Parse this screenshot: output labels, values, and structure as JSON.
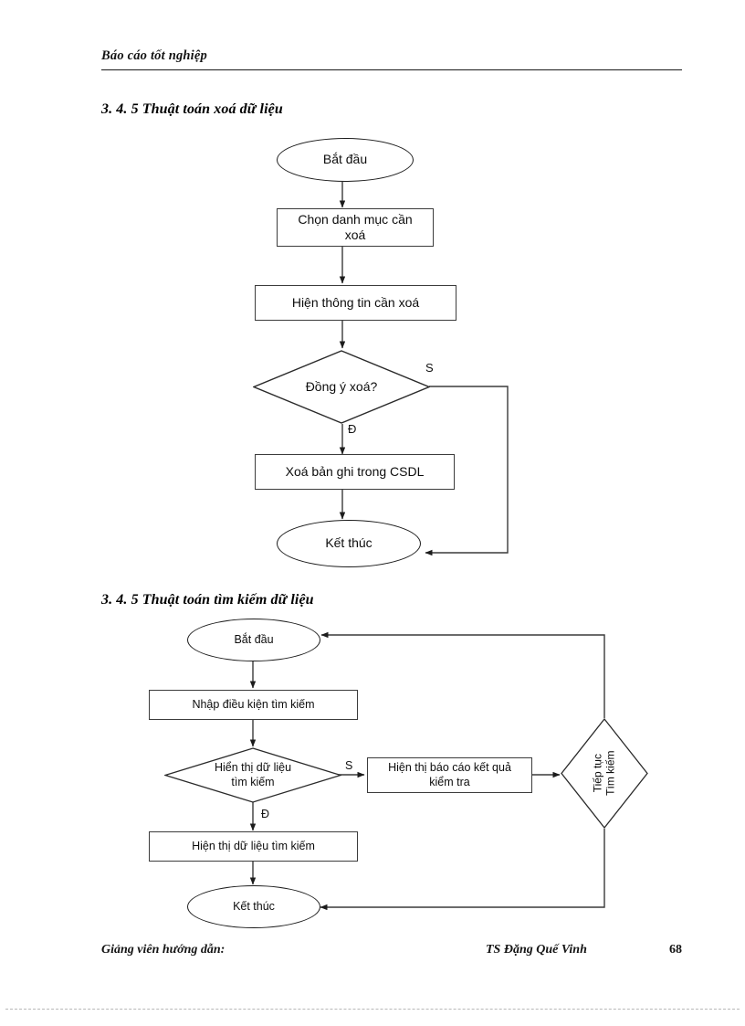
{
  "page": {
    "header": "Báo cáo tốt nghiệp",
    "footer_left": "Giảng viên hướng dẫn:",
    "footer_right": "TS Đặng Quế Vinh",
    "page_number": "68"
  },
  "sections": [
    {
      "heading": "3. 4. 5 Thuật toán xoá dữ liệu",
      "chart_data": {
        "type": "flowchart",
        "title": "Thuật toán xoá dữ liệu",
        "nodes": [
          {
            "id": "start",
            "shape": "terminator",
            "label": "Bắt đầu"
          },
          {
            "id": "select",
            "shape": "process",
            "label": "Chọn danh mục cần xoá"
          },
          {
            "id": "show",
            "shape": "process",
            "label": "Hiện thông tin cần xoá"
          },
          {
            "id": "confirm",
            "shape": "decision",
            "label": "Đồng ý xoá?"
          },
          {
            "id": "delete",
            "shape": "process",
            "label": "Xoá bản ghi trong CSDL"
          },
          {
            "id": "end",
            "shape": "terminator",
            "label": "Kết thúc"
          }
        ],
        "edges": [
          {
            "from": "start",
            "to": "select",
            "label": ""
          },
          {
            "from": "select",
            "to": "show",
            "label": ""
          },
          {
            "from": "show",
            "to": "confirm",
            "label": ""
          },
          {
            "from": "confirm",
            "to": "delete",
            "label": "Đ"
          },
          {
            "from": "confirm",
            "to": "end",
            "label": "S"
          },
          {
            "from": "delete",
            "to": "end",
            "label": ""
          }
        ]
      }
    },
    {
      "heading": "3. 4. 5 Thuật toán tìm kiếm dữ liệu",
      "chart_data": {
        "type": "flowchart",
        "title": "Thuật toán tìm kiếm dữ liệu",
        "nodes": [
          {
            "id": "start2",
            "shape": "terminator",
            "label": "Bắt đầu"
          },
          {
            "id": "input2",
            "shape": "process",
            "label": "Nhập điều kiện tìm kiếm"
          },
          {
            "id": "check2",
            "shape": "decision",
            "label": "Hiển thị dữ liệu tìm kiếm"
          },
          {
            "id": "report2",
            "shape": "process",
            "label": "Hiện thị báo cáo kết quả kiểm tra"
          },
          {
            "id": "again2",
            "shape": "decision",
            "label": "Tiếp tục Tìm kiếm"
          },
          {
            "id": "display2",
            "shape": "process",
            "label": "Hiện thị dữ liệu tìm kiếm"
          },
          {
            "id": "end2",
            "shape": "terminator",
            "label": "Kết thúc"
          }
        ],
        "edges": [
          {
            "from": "start2",
            "to": "input2",
            "label": ""
          },
          {
            "from": "input2",
            "to": "check2",
            "label": ""
          },
          {
            "from": "check2",
            "to": "report2",
            "label": "S"
          },
          {
            "from": "check2",
            "to": "display2",
            "label": "Đ"
          },
          {
            "from": "report2",
            "to": "again2",
            "label": ""
          },
          {
            "from": "again2",
            "to": "start2",
            "label": ""
          },
          {
            "from": "again2",
            "to": "end2",
            "label": ""
          },
          {
            "from": "display2",
            "to": "end2",
            "label": ""
          }
        ]
      }
    }
  ],
  "chart_data": [
    {
      "type": "flowchart",
      "title": "Thuật toán xoá dữ liệu",
      "node_labels": [
        "Bắt đầu",
        "Chọn danh mục cần xoá",
        "Hiện thông tin cần xoá",
        "Đồng ý xoá?",
        "Xoá bản ghi trong CSDL",
        "Kết thúc"
      ],
      "edge_labels": [
        "S",
        "Đ"
      ]
    },
    {
      "type": "flowchart",
      "title": "Thuật toán tìm kiếm dữ liệu",
      "node_labels": [
        "Bắt đầu",
        "Nhập điều kiện tìm kiếm",
        "Hiển thị dữ liệu tìm kiếm",
        "Hiện thị báo cáo kết quả kiểm tra",
        "Tiếp tục",
        "Tìm kiếm",
        "Hiện thị dữ liệu tìm kiếm",
        "Kết thúc"
      ],
      "edge_labels": [
        "S",
        "Đ"
      ]
    }
  ],
  "chart1": {
    "start": "Bắt đầu",
    "select": "Chọn danh mục cần xoá",
    "show": "Hiện thông tin cần xoá",
    "confirm": "Đồng ý xoá?",
    "delete": "Xoá bản ghi trong CSDL",
    "end": "Kết thúc",
    "label_s": "S",
    "label_d": "Đ"
  },
  "chart2": {
    "start": "Bắt đầu",
    "input": "Nhập điều kiện tìm kiếm",
    "check_line1": "Hiển thị dữ liệu",
    "check_line2": "tìm kiếm",
    "report_line1": "Hiện thị báo cáo kết quả",
    "report_line2": "kiểm tra",
    "again_line1": "Tiếp tục",
    "again_line2": "Tìm kiếm",
    "display": "Hiện thị dữ liệu tìm kiếm",
    "end": "Kết thúc",
    "label_s": "S",
    "label_d": "Đ"
  }
}
